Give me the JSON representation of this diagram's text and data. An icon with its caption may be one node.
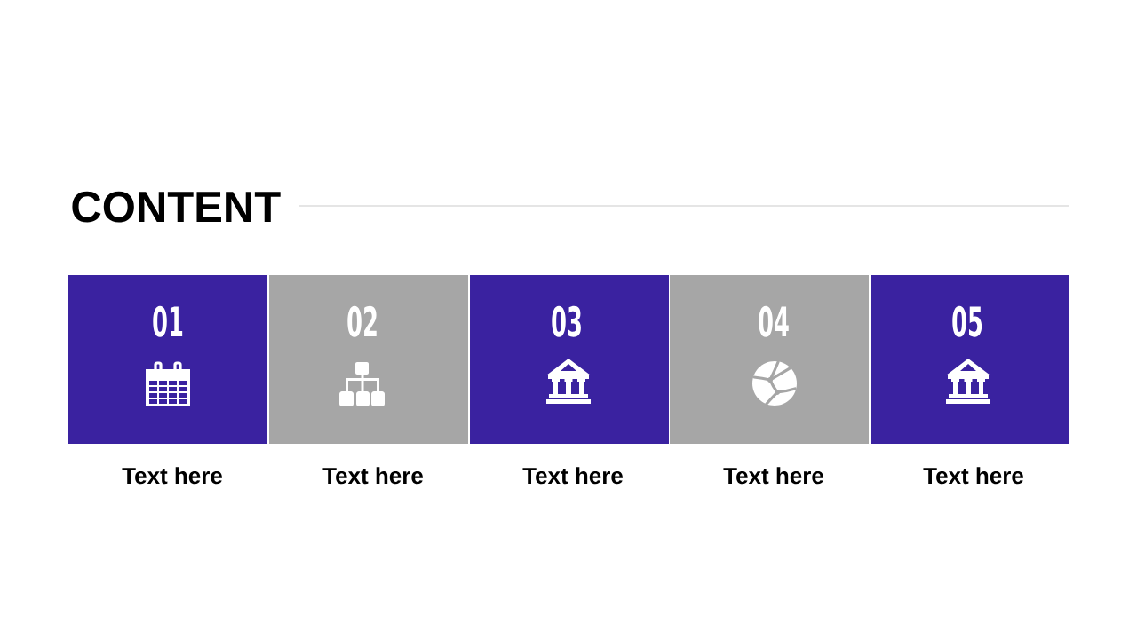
{
  "diagram": {
    "title": "CONTENT",
    "nodes": [
      {
        "text": [
          "01"
        ],
        "beside": [
          "Text here"
        ]
      },
      {
        "text": [
          "02"
        ],
        "beside": [
          "Text here"
        ]
      },
      {
        "text": [
          "03"
        ],
        "beside": [
          "Text here"
        ]
      },
      {
        "text": [
          "04"
        ],
        "beside": [
          "Text here"
        ]
      },
      {
        "text": [
          "05"
        ],
        "beside": [
          "Text here"
        ]
      }
    ]
  }
}
